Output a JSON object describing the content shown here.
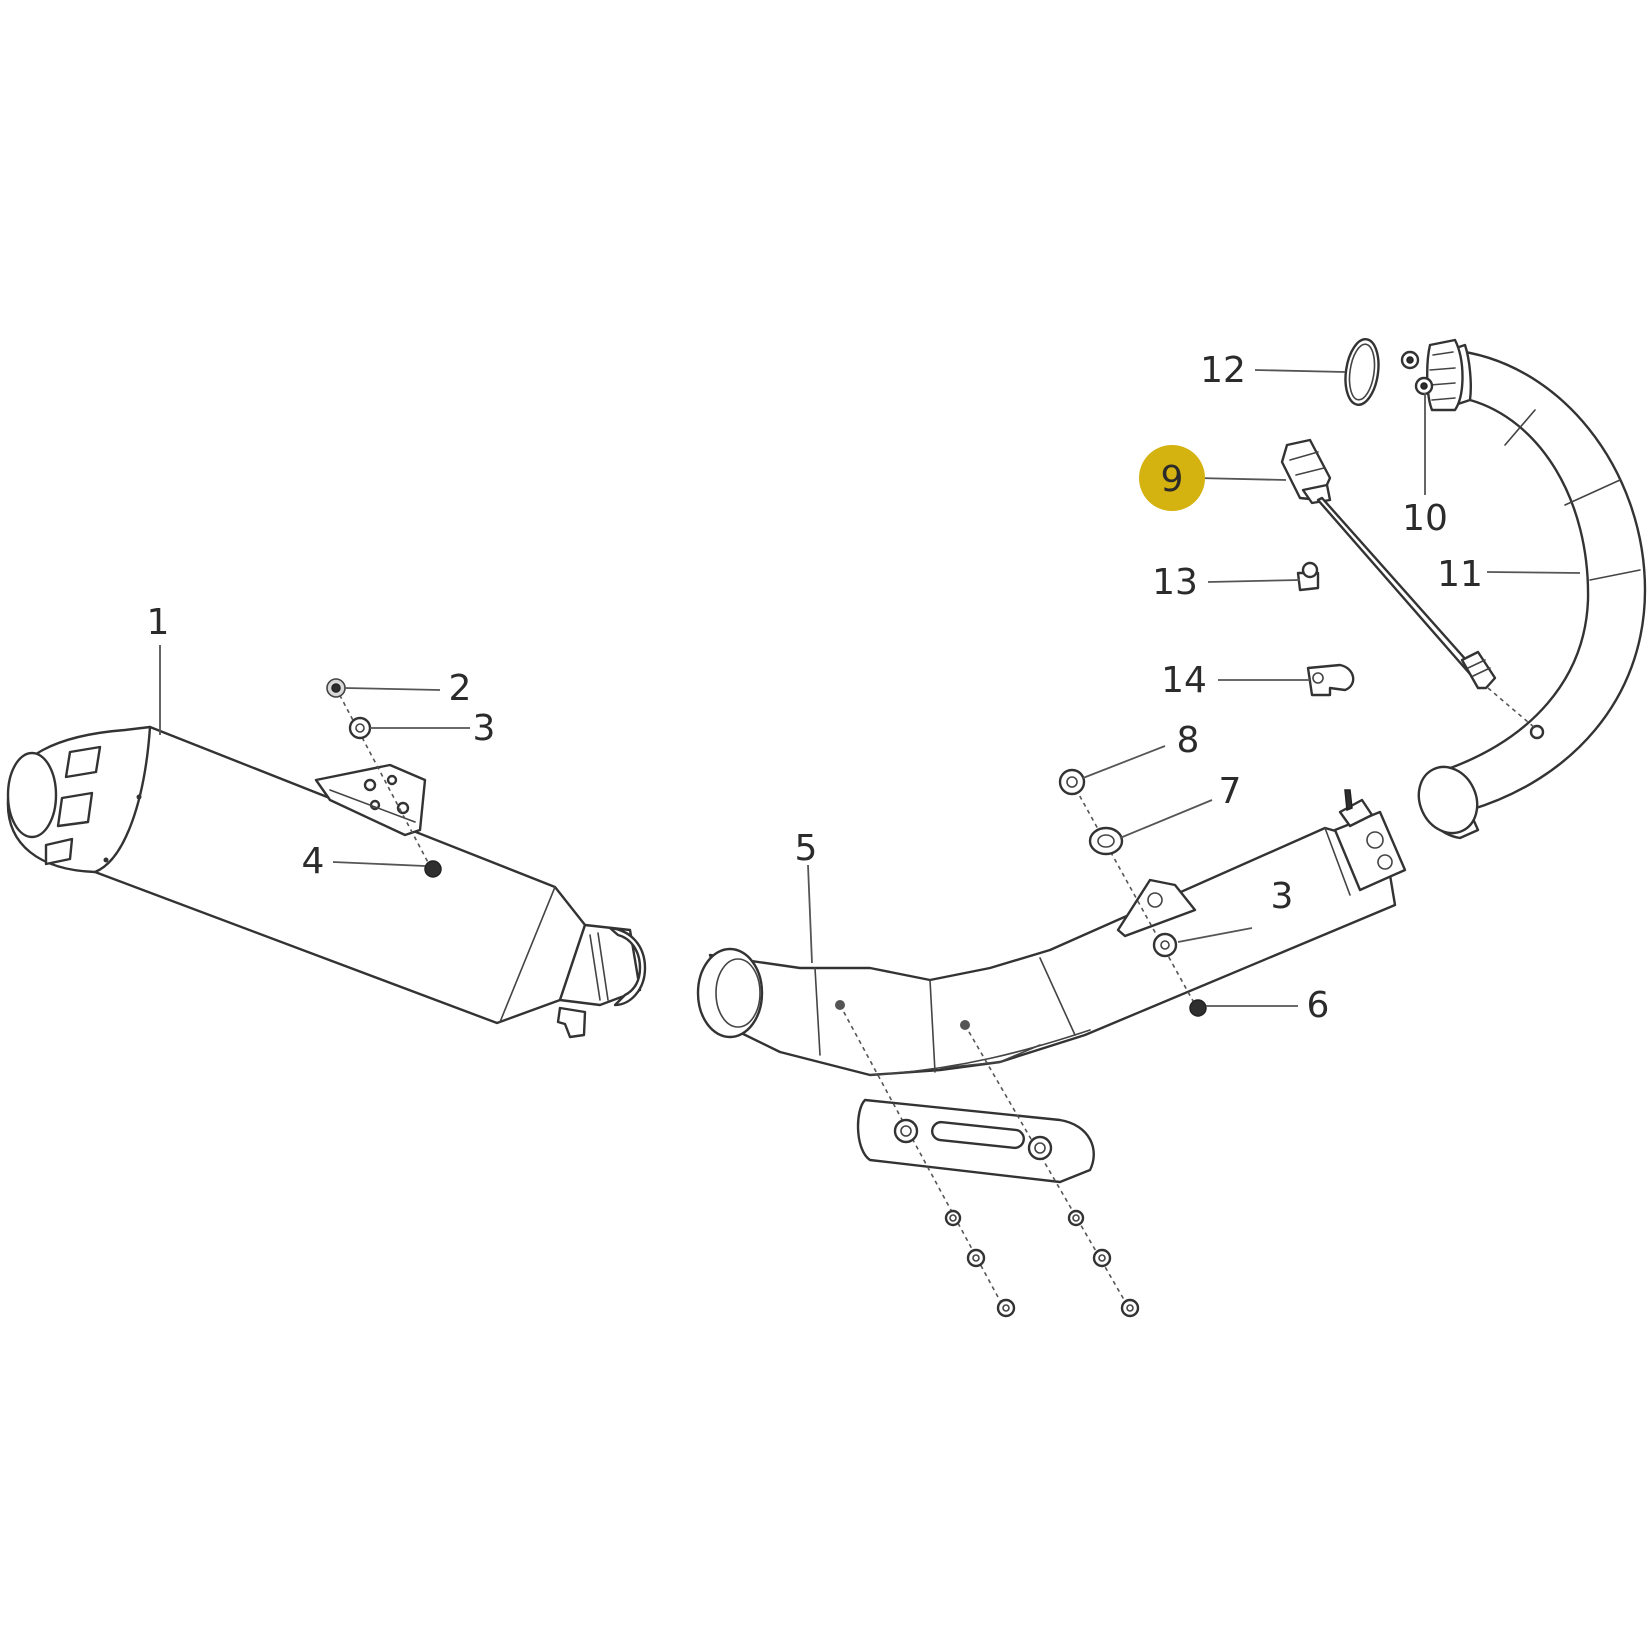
{
  "diagram": {
    "callouts": {
      "c1": "1",
      "c2": "2",
      "c3a": "3",
      "c3b": "3",
      "c4": "4",
      "c5": "5",
      "c6": "6",
      "c7": "7",
      "c8": "8",
      "c9": "9",
      "c10": "10",
      "c11": "11",
      "c12": "12",
      "c13": "13",
      "c14": "14"
    },
    "highlighted_callout": "9",
    "highlight_color": "#d4b20f"
  }
}
